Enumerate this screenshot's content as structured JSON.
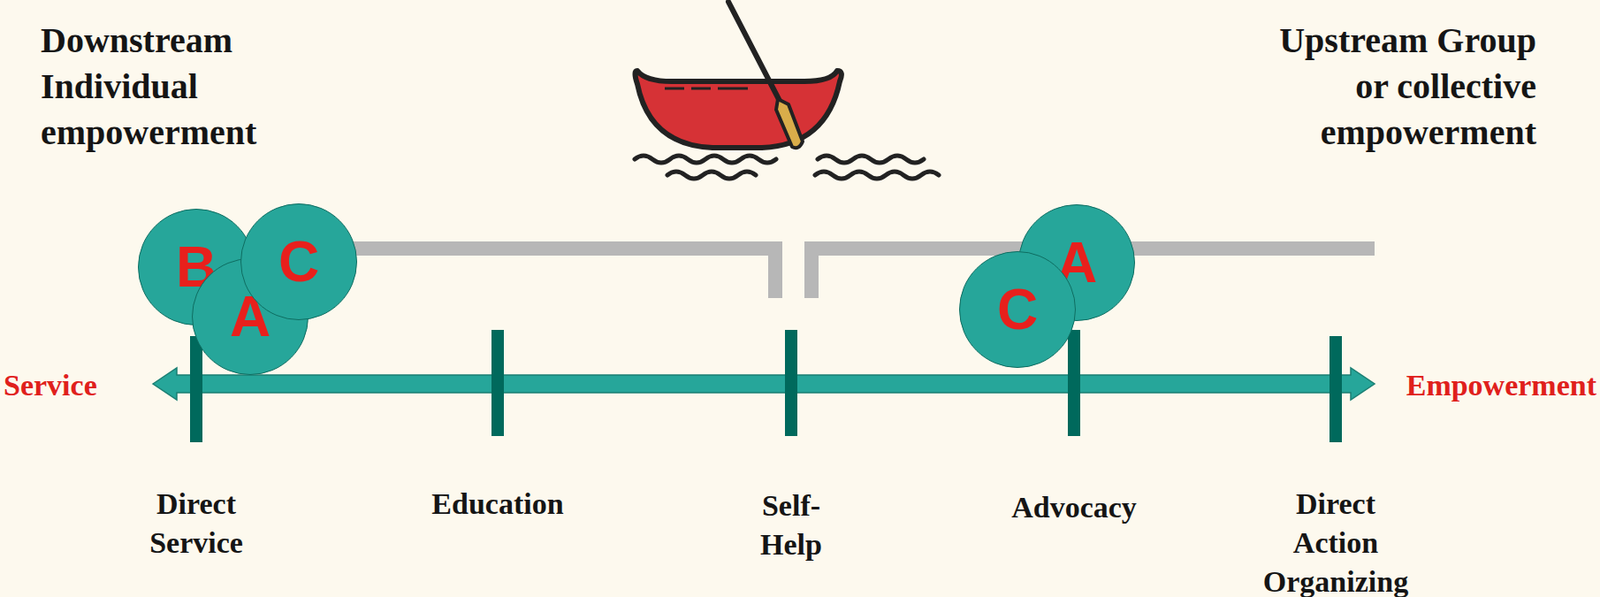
{
  "diagram": {
    "nodes": [
      {
        "text": [
          "B"
        ]
      },
      {
        "text": [
          "C"
        ]
      },
      {
        "text": [
          "A"
        ]
      },
      {
        "text": [
          "A"
        ]
      },
      {
        "text": [
          "C"
        ]
      }
    ],
    "labels": [
      "Downstream Individual empowerment",
      "Upstream Group or collective empowerment",
      "Service",
      "Empowerment",
      "Direct Service",
      "Education",
      "Self-Help",
      "Advocacy",
      "Direct Action Organizing"
    ]
  }
}
